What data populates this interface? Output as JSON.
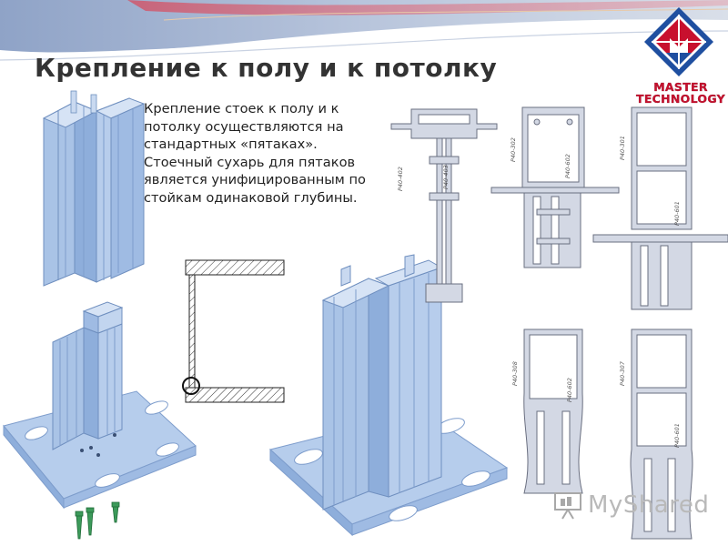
{
  "slide": {
    "title": "Крепление к полу и к потолку",
    "body_text": "Крепление стоек к полу и к потолку осуществляются на стандартных «пятаках». Стоечный сухарь для пятаков является унифицированным по стойкам одинаковой глубины.",
    "logo": {
      "line1": "MASTER",
      "line2": "TECHNOLOGY"
    },
    "watermark": "MyShared",
    "profile_labels": {
      "p402": "P40-402",
      "p403": "P40-403",
      "p302": "P40-302",
      "p602a": "P40-602",
      "p301": "P40-301",
      "p601a": "P40-601",
      "p308": "P40-308",
      "p602b": "P40-602",
      "p307": "P40-307",
      "p601b": "P40-601"
    }
  },
  "colors": {
    "title": "#333333",
    "profile_fill": "#a9c3e6",
    "profile_dark": "#6f8fbf",
    "section_fill": "#d3d8e4",
    "section_stroke": "#6a6f80",
    "logo_red": "#c8102e",
    "logo_blue": "#1f4fa0"
  },
  "icons": [
    "logo-diamond-icon",
    "screw-icon",
    "circle-marker-icon",
    "presentation-icon"
  ]
}
